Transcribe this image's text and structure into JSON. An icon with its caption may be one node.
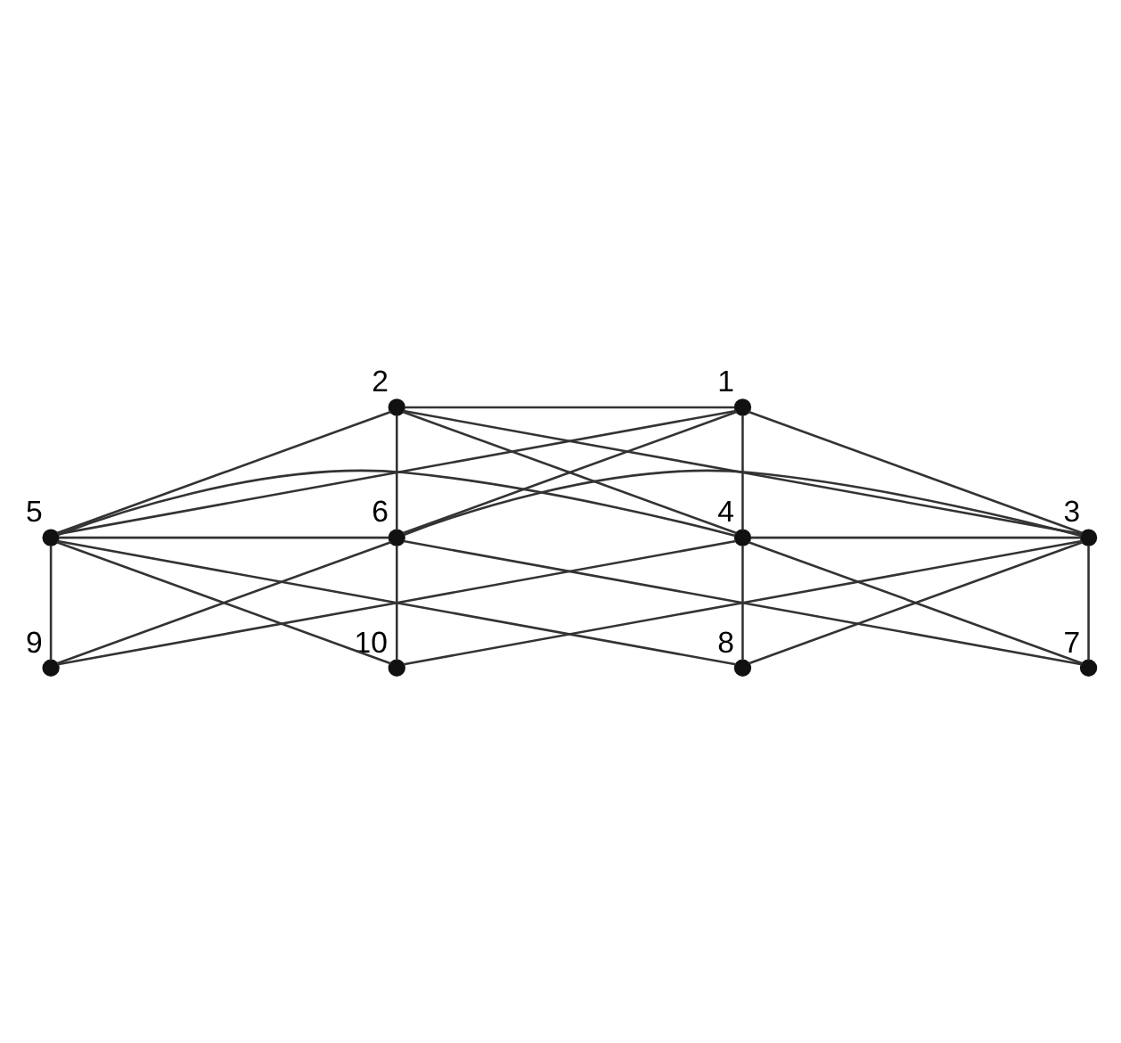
{
  "diagram": {
    "nodes": [
      {
        "text": [],
        "shape": "circle",
        "beside": [
          "1"
        ]
      },
      {
        "text": [],
        "shape": "circle",
        "beside": [
          "2"
        ]
      },
      {
        "text": [],
        "shape": "circle",
        "beside": [
          "3"
        ]
      },
      {
        "text": [],
        "shape": "circle",
        "beside": [
          "4"
        ]
      },
      {
        "text": [],
        "shape": "circle",
        "beside": [
          "5"
        ]
      },
      {
        "text": [],
        "shape": "circle",
        "beside": [
          "6"
        ]
      },
      {
        "text": [],
        "shape": "circle",
        "beside": [
          "7"
        ]
      },
      {
        "text": [],
        "shape": "circle",
        "beside": [
          "8"
        ]
      },
      {
        "text": [],
        "shape": "circle",
        "beside": [
          "9"
        ]
      },
      {
        "text": [],
        "shape": "circle",
        "beside": [
          "10"
        ]
      }
    ],
    "edges": [
      {
        "from": 1,
        "to": 0,
        "arrow": "none"
      },
      {
        "from": 1,
        "to": 4,
        "arrow": "none"
      },
      {
        "from": 1,
        "to": 3,
        "arrow": "none"
      },
      {
        "from": 1,
        "to": 5,
        "arrow": "none"
      },
      {
        "from": 1,
        "to": 2,
        "arrow": "none"
      },
      {
        "from": 0,
        "to": 4,
        "arrow": "none"
      },
      {
        "from": 0,
        "to": 3,
        "arrow": "none"
      },
      {
        "from": 0,
        "to": 5,
        "arrow": "none"
      },
      {
        "from": 0,
        "to": 2,
        "arrow": "none"
      },
      {
        "from": 4,
        "to": 5,
        "arrow": "none"
      },
      {
        "from": 4,
        "to": 3,
        "arrow": "none"
      },
      {
        "from": 4,
        "to": 8,
        "arrow": "none"
      },
      {
        "from": 4,
        "to": 7,
        "arrow": "none"
      },
      {
        "from": 4,
        "to": 9,
        "arrow": "none"
      },
      {
        "from": 5,
        "to": 2,
        "arrow": "none"
      },
      {
        "from": 5,
        "to": 8,
        "arrow": "none"
      },
      {
        "from": 5,
        "to": 9,
        "arrow": "none"
      },
      {
        "from": 5,
        "to": 6,
        "arrow": "none"
      },
      {
        "from": 3,
        "to": 2,
        "arrow": "none"
      },
      {
        "from": 3,
        "to": 8,
        "arrow": "none"
      },
      {
        "from": 3,
        "to": 7,
        "arrow": "none"
      },
      {
        "from": 3,
        "to": 6,
        "arrow": "none"
      },
      {
        "from": 2,
        "to": 9,
        "arrow": "none"
      },
      {
        "from": 2,
        "to": 7,
        "arrow": "none"
      },
      {
        "from": 2,
        "to": 6,
        "arrow": "none"
      }
    ]
  }
}
